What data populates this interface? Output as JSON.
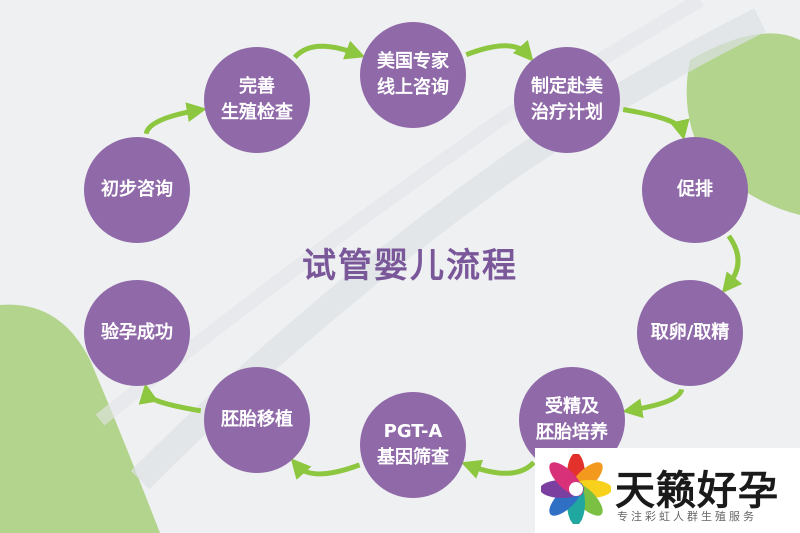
{
  "title": "试管婴儿流程",
  "colors": {
    "node_fill": "#8f69a8",
    "arrow": "#8dc63f",
    "title": "#7a5799",
    "corner_green": "#a8cf7a"
  },
  "steps": [
    {
      "lines": [
        "初步咨询"
      ]
    },
    {
      "lines": [
        "完善",
        "生殖检查"
      ]
    },
    {
      "lines": [
        "美国专家",
        "线上咨询"
      ]
    },
    {
      "lines": [
        "制定赴美",
        "治疗计划"
      ]
    },
    {
      "lines": [
        "促排"
      ]
    },
    {
      "lines": [
        "取卵/取精"
      ]
    },
    {
      "lines": [
        "受精及",
        "胚胎培养"
      ]
    },
    {
      "lines": [
        "PGT-A",
        "基因筛查"
      ]
    },
    {
      "lines": [
        "胚胎移植"
      ]
    },
    {
      "lines": [
        "验孕成功"
      ]
    }
  ],
  "brand": {
    "name": "天籁好孕",
    "tagline": "专注彩虹人群生殖服务",
    "logo_icon": "flower-logo-icon"
  }
}
